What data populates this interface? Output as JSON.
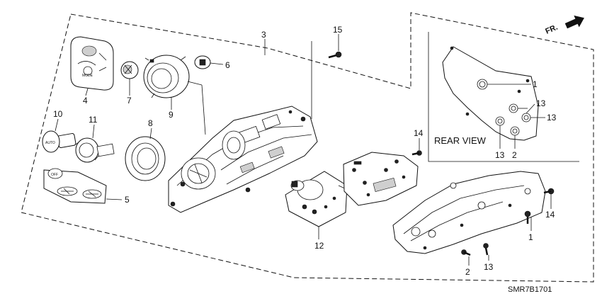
{
  "diagram": {
    "part_code": "SMR7B1701",
    "rear_view_label": "REAR VIEW",
    "direction_label": "FR.",
    "knob_labels": {
      "auto": "AUTO",
      "off": "OFF",
      "mode": "MODE"
    },
    "callouts": [
      {
        "id": "c1-rear",
        "label": "1"
      },
      {
        "id": "c13-rear-a",
        "label": "13"
      },
      {
        "id": "c13-rear-b",
        "label": "13"
      },
      {
        "id": "c13-rear-c",
        "label": "13"
      },
      {
        "id": "c2-rear",
        "label": "2"
      },
      {
        "id": "c3",
        "label": "3"
      },
      {
        "id": "c4",
        "label": "4"
      },
      {
        "id": "c5",
        "label": "5"
      },
      {
        "id": "c6",
        "label": "6"
      },
      {
        "id": "c7",
        "label": "7"
      },
      {
        "id": "c8",
        "label": "8"
      },
      {
        "id": "c9",
        "label": "9"
      },
      {
        "id": "c10",
        "label": "10"
      },
      {
        "id": "c11",
        "label": "11"
      },
      {
        "id": "c12",
        "label": "12"
      },
      {
        "id": "c14-upper",
        "label": "14"
      },
      {
        "id": "c14-lower",
        "label": "14"
      },
      {
        "id": "c15",
        "label": "15"
      },
      {
        "id": "c1-lower",
        "label": "1"
      },
      {
        "id": "c2-lower",
        "label": "2"
      },
      {
        "id": "c13-lower",
        "label": "13"
      }
    ]
  }
}
